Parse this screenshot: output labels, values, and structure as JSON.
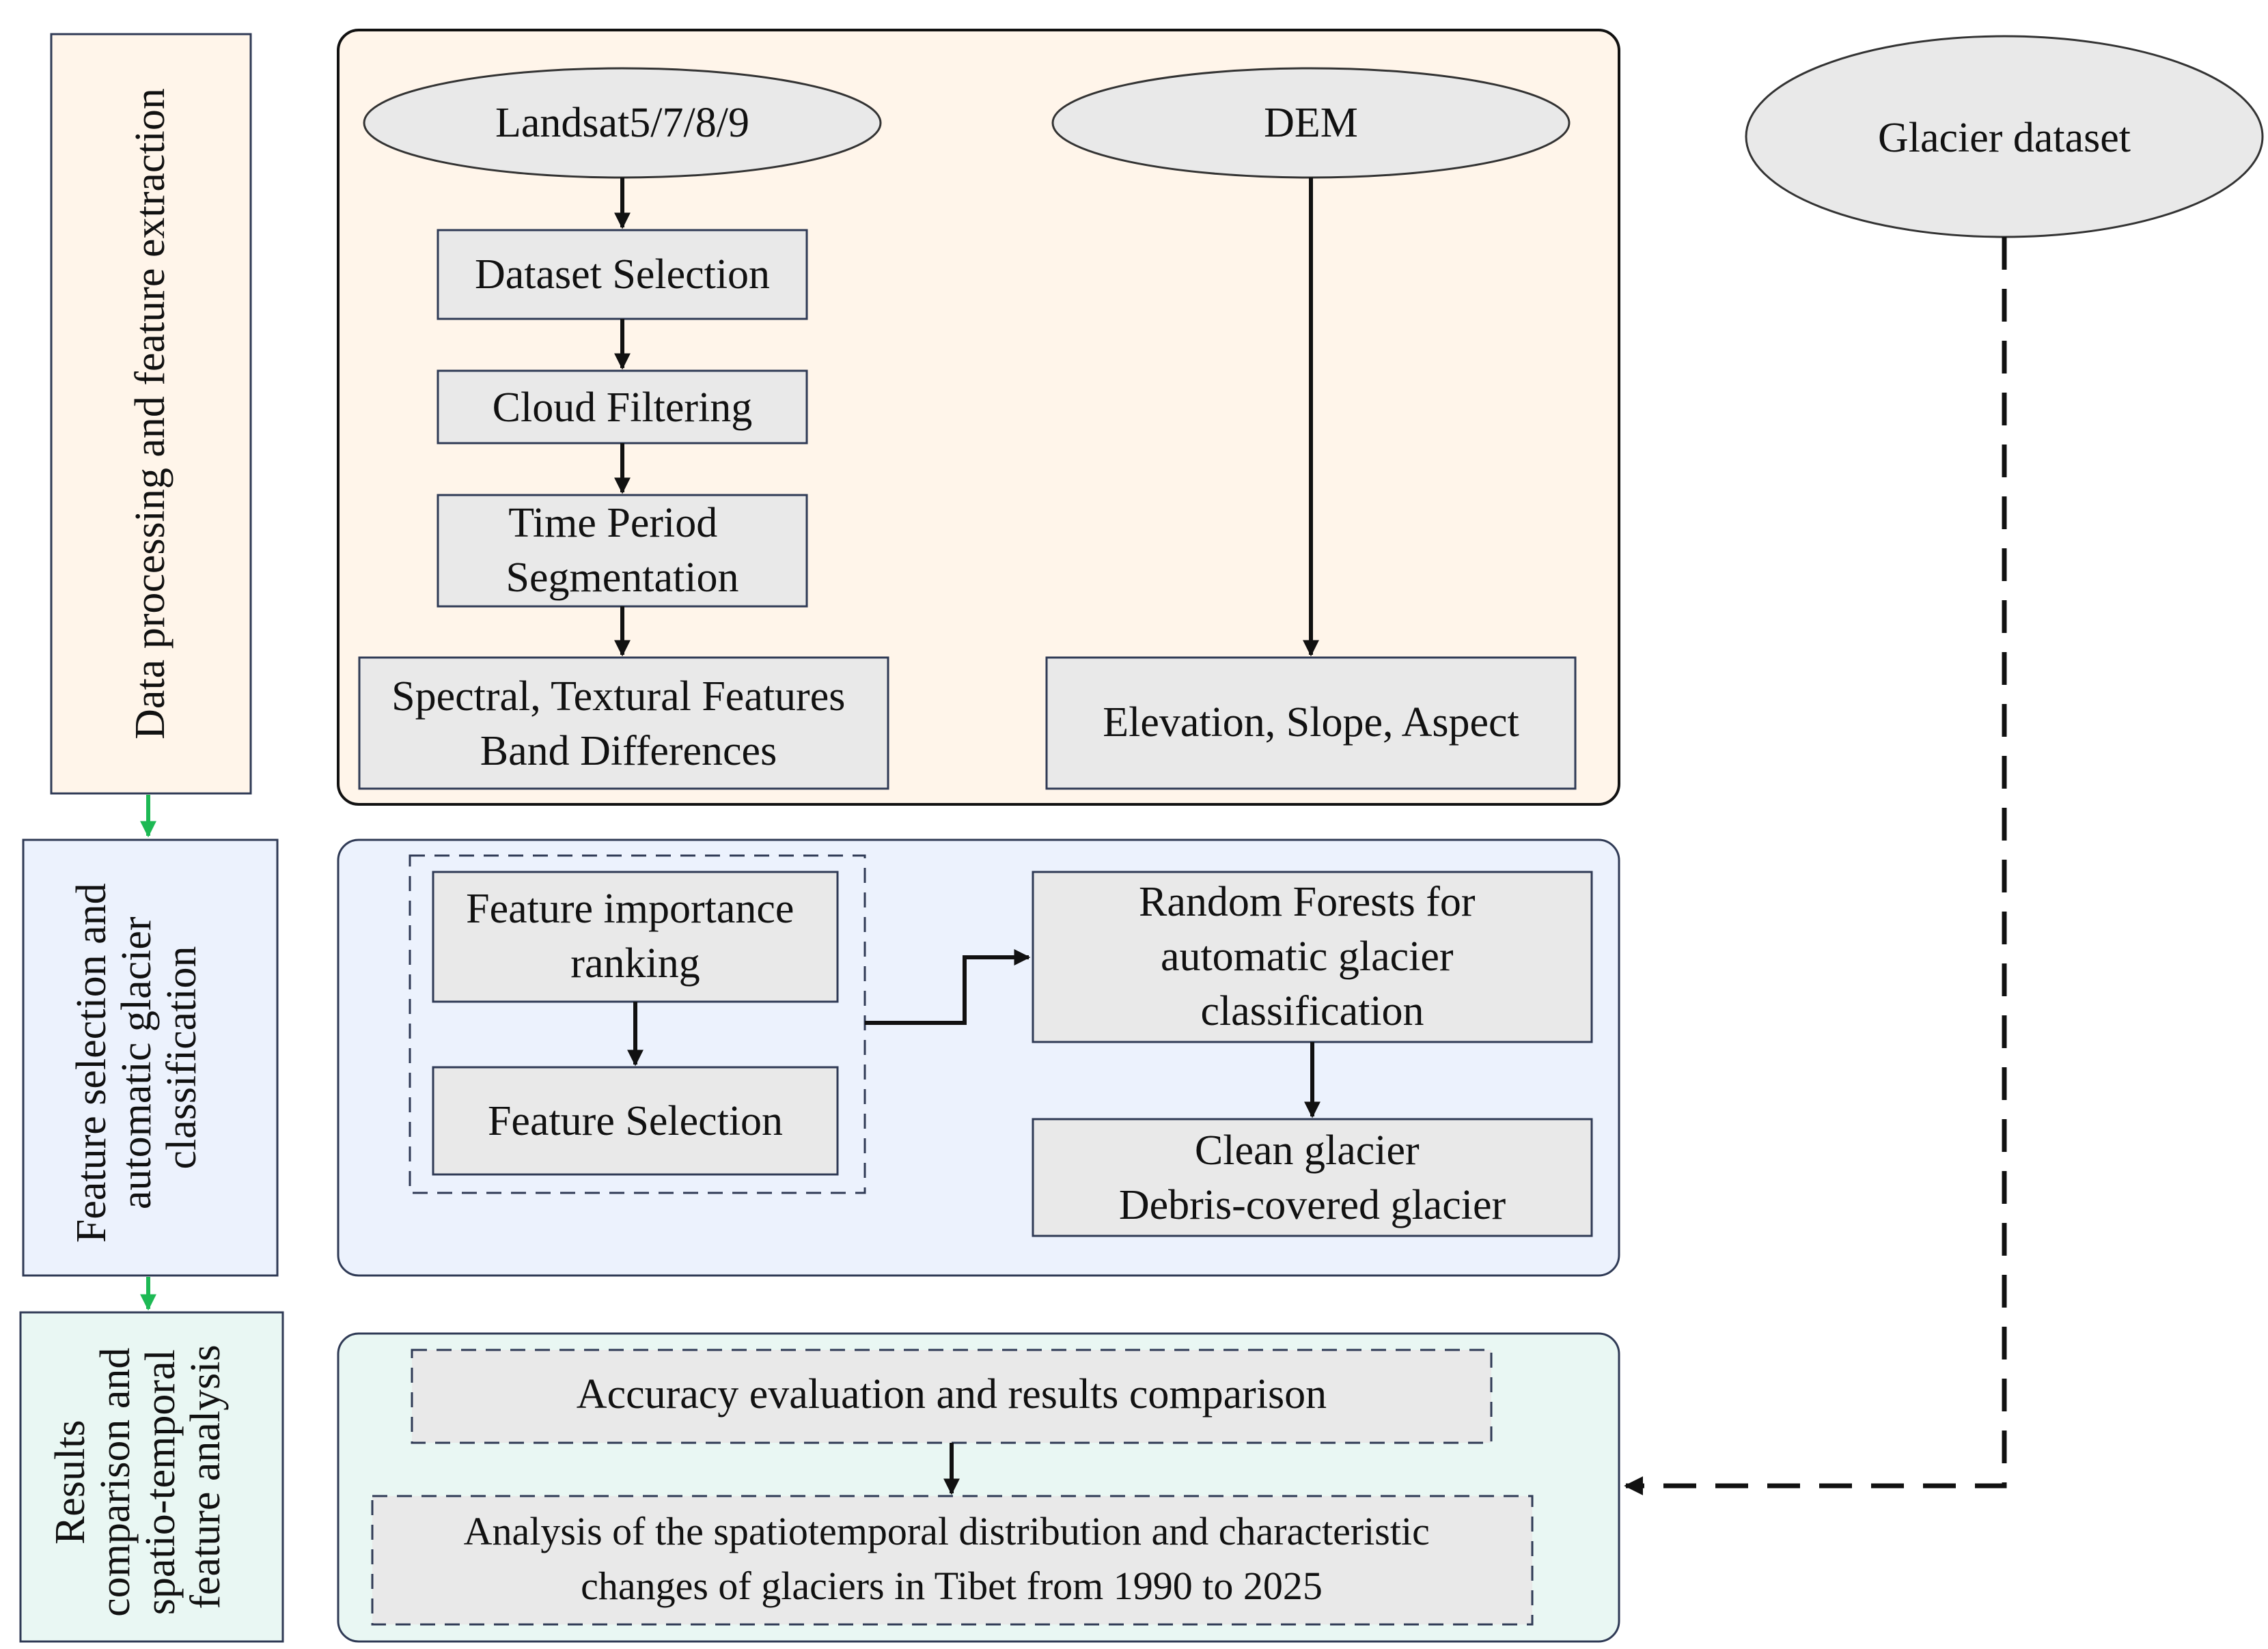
{
  "sections": {
    "data_processing": "Data processing and feature extraction",
    "feature_selection": [
      "Feature selection and",
      "automatic glacier",
      "classification"
    ],
    "results": [
      "Results",
      "comparison and",
      "spatio-temporal",
      "feature analysis"
    ]
  },
  "sources": {
    "landsat": "Landsat5/7/8/9",
    "dem": "DEM",
    "glacier_dataset": "Glacier dataset"
  },
  "steps": {
    "dataset_selection": "Dataset Selection",
    "cloud_filtering": "Cloud Filtering",
    "time_period": [
      "Time Period",
      "Segmentation"
    ],
    "spectral": [
      "Spectral, Textural Features",
      "Band Differences"
    ],
    "terrain": "Elevation, Slope, Aspect",
    "importance": [
      "Feature importance",
      "ranking"
    ],
    "feature_selection": "Feature Selection",
    "random_forest": [
      "Random Forests for",
      "automatic glacier",
      "classification"
    ],
    "glacier_types": [
      "Clean glacier",
      "Debris-covered glacier"
    ],
    "accuracy": "Accuracy evaluation and results comparison",
    "analysis": [
      "Analysis of the spatiotemporal distribution and characteristic",
      "changes of glaciers in Tibet from 1990 to 2025"
    ]
  },
  "colors": {
    "panel_top": "#fff5ea",
    "panel_mid": "#ecf2fd",
    "panel_bottom": "#e9f7f3",
    "node_fill": "#e9e9e9",
    "green_arrow": "#1db954"
  }
}
